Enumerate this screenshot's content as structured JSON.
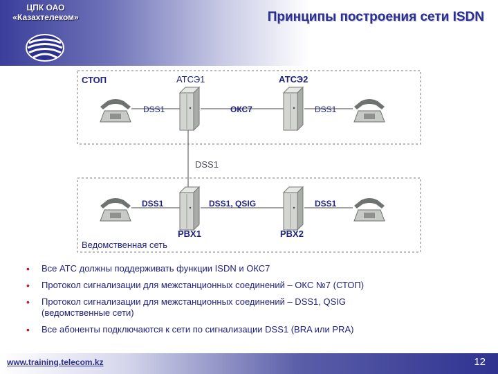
{
  "header": {
    "org_line1": "ЦПК ОАО",
    "org_line2": "«Казахтелеком»",
    "title": "Принципы построения сети ISDN"
  },
  "diagram": {
    "top_zone_label": "СТОП",
    "bottom_zone_label": "Ведомственная сеть",
    "ats1_label": "АТСЭ1",
    "ats2_label": "АТСЭ2",
    "pbx1_label": "PBX1",
    "pbx2_label": "PBX2",
    "link_top_left": "DSS1",
    "link_top_middle": "ОКС7",
    "link_top_right": "DSS1",
    "link_vertical": "DSS1",
    "link_bottom_left": "DSS1",
    "link_bottom_middle": "DSS1, QSIG",
    "link_bottom_right": "DSS1"
  },
  "bullets": [
    {
      "line1": "Все АТС должны поддерживать функции ISDN и ОКС7",
      "line2": ""
    },
    {
      "line1": "Протокол сигнализации для межстанционных соединений – ОКС №7 (СТОП)",
      "line2": ""
    },
    {
      "line1": "Протокол сигнализации для межстанционных соединений – DSS1, QSIG",
      "line2": "(ведомственные сети)"
    },
    {
      "line1": "Все абоненты подключаются к сети по сигнализации DSS1 (BRA или PRA)",
      "line2": ""
    }
  ],
  "footer": {
    "url": "www.training.telecom.kz",
    "page": "12"
  },
  "colors": {
    "accent": "#2b2f8f",
    "bullet": "#b01f2a"
  }
}
